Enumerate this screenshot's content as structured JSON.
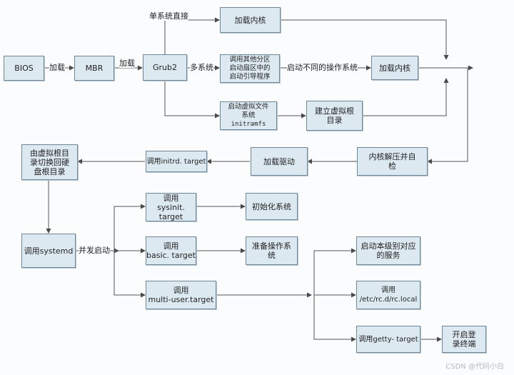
{
  "nodes": {
    "bios": "BIOS",
    "mbr": "MBR",
    "grub2": "Grub2",
    "load_kernel_top": "加载内核",
    "other_partition": [
      "调用其他分区",
      "启动扇区中的",
      "启动引导程序"
    ],
    "load_kernel_mid": "加载内核",
    "vfs": [
      "启动虚拟文件",
      "系统",
      "initramfs"
    ],
    "virtual_root": [
      "建立虚拟根",
      "目录"
    ],
    "kernel_unpack": [
      "内核解压并自",
      "检"
    ],
    "load_driver": "加载驱动",
    "initrd_target": "调用initrd. target",
    "switch_root": [
      "由虚拟根目",
      "录切换回硬",
      "盘根目录"
    ],
    "systemd": "调用systemd",
    "sysinit_target": [
      "调用",
      "sysinit. target"
    ],
    "init_system": "初始化系统",
    "basic_target": [
      "调用",
      "basic. target"
    ],
    "prepare_os": [
      "准备操作系",
      "统"
    ],
    "multiuser_target": [
      "调用",
      "multi-user.target"
    ],
    "run_level_services": [
      "启动本级别对应",
      "的服务"
    ],
    "rc_local": [
      "调用",
      "/etc/rc.d/rc.local"
    ],
    "getty_target": "调用getty- target",
    "login_terminal": [
      "开启登",
      "录终端"
    ]
  },
  "edge_labels": {
    "bios_mbr": "加载",
    "mbr_grub": "加载",
    "single_system": "单系统直接",
    "multi_system": "多系统",
    "boot_other_os": "启动不同的操作系统",
    "parallel_start": "并发启动"
  },
  "watermark": "CSDN @代码小白"
}
